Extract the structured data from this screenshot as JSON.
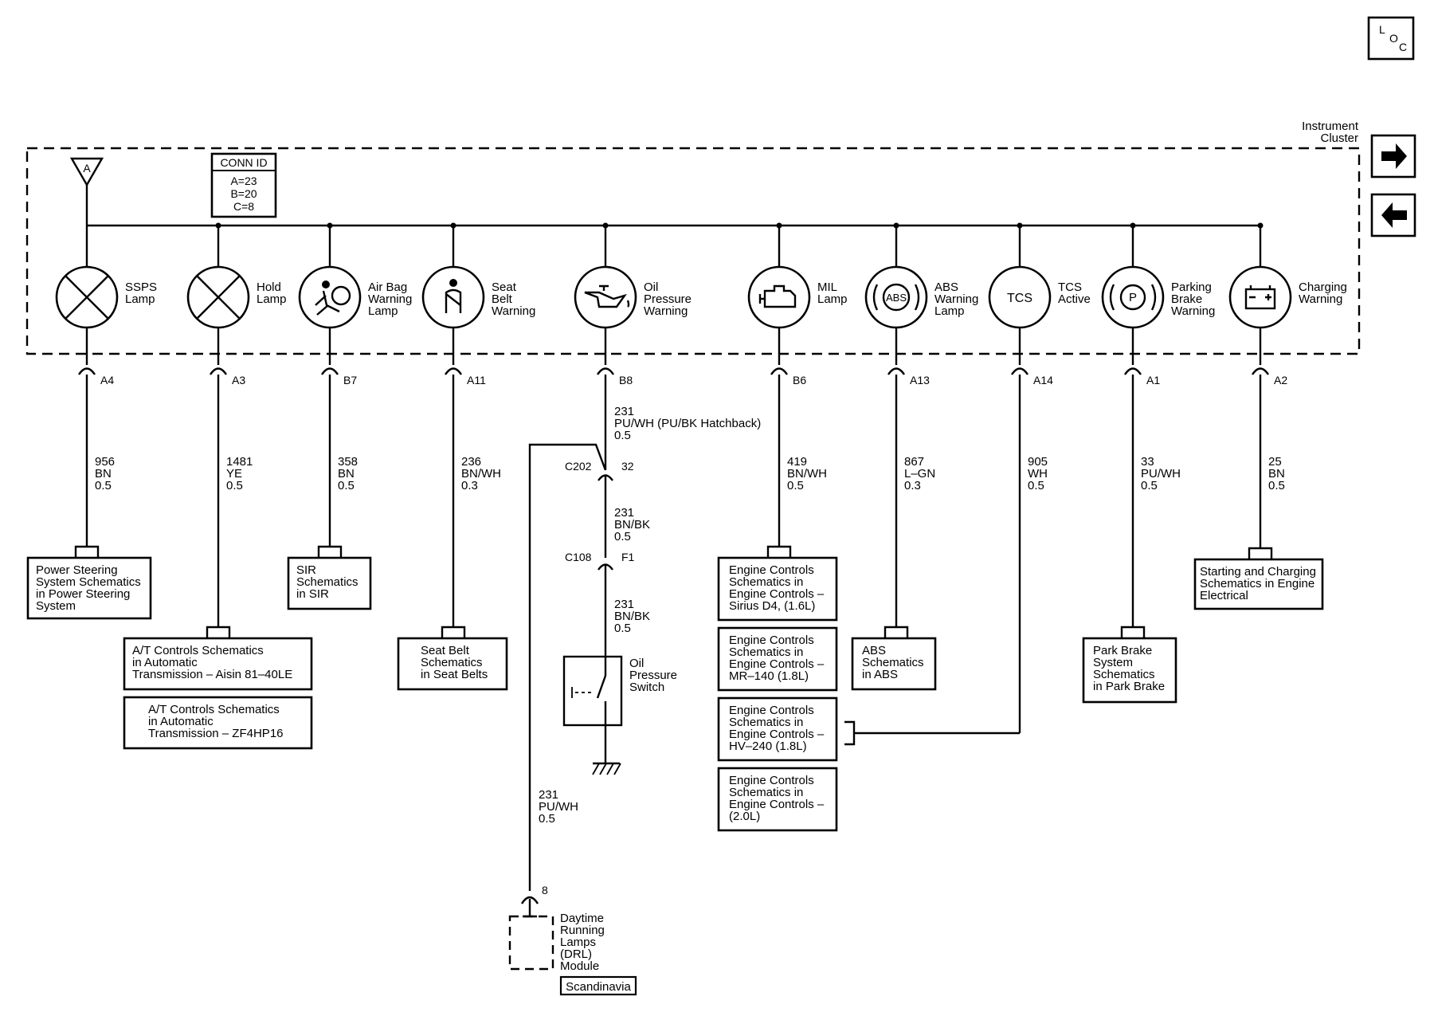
{
  "loc_label": {
    "l": "L",
    "o": "O",
    "c": "C"
  },
  "nav": {
    "next": "next-arrow-icon",
    "prev": "prev-arrow-icon"
  },
  "cluster": {
    "line1": "Instrument",
    "line2": "Cluster"
  },
  "conn_id": {
    "title": "CONN ID",
    "a": "A=23",
    "b": "B=20",
    "c": "C=8"
  },
  "bus_marker": "A",
  "lamps": [
    {
      "icon": "bulb",
      "label": [
        "SSPS",
        "Lamp"
      ],
      "pin": "A4",
      "wire": [
        "956",
        "BN",
        "0.5"
      ]
    },
    {
      "icon": "bulb",
      "label": [
        "Hold",
        "Lamp"
      ],
      "pin": "A3",
      "wire": [
        "1481",
        "YE",
        "0.5"
      ]
    },
    {
      "icon": "airbag",
      "label": [
        "Air Bag",
        "Warning",
        "Lamp"
      ],
      "pin": "B7",
      "wire": [
        "358",
        "BN",
        "0.5"
      ]
    },
    {
      "icon": "seatbelt",
      "label": [
        "Seat",
        "Belt",
        "Warning"
      ],
      "pin": "A11",
      "wire": [
        "236",
        "BN/WH",
        "0.3"
      ]
    },
    {
      "icon": "oilcan",
      "label": [
        "Oil",
        "Pressure",
        "Warning"
      ],
      "pin": "B8",
      "wire": [
        "231",
        "PU/WH (PU/BK Hatchback)",
        "0.5"
      ]
    },
    {
      "icon": "engine",
      "label": [
        "MIL",
        "Lamp"
      ],
      "pin": "B6",
      "wire": [
        "419",
        "BN/WH",
        "0.5"
      ]
    },
    {
      "icon": "abs",
      "text": "ABS",
      "label": [
        "ABS",
        "Warning",
        "Lamp"
      ],
      "pin": "A13",
      "wire": [
        "867",
        "L–GN",
        "0.3"
      ]
    },
    {
      "icon": "tcs",
      "text": "TCS",
      "label": [
        "TCS",
        "Active"
      ],
      "pin": "A14",
      "wire": [
        "905",
        "WH",
        "0.5"
      ]
    },
    {
      "icon": "parkbrake",
      "text": "P",
      "label": [
        "Parking",
        "Brake",
        "Warning"
      ],
      "pin": "A1",
      "wire": [
        "33",
        "PU/WH",
        "0.5"
      ]
    },
    {
      "icon": "battery",
      "label": [
        "Charging",
        "Warning"
      ],
      "pin": "A2",
      "wire": [
        "25",
        "BN",
        "0.5"
      ]
    }
  ],
  "oil_circuit": {
    "c202": {
      "conn": "C202",
      "pin": "32"
    },
    "wire2": [
      "231",
      "BN/BK",
      "0.5"
    ],
    "c108": {
      "conn": "C108",
      "pin": "F1"
    },
    "wire3": [
      "231",
      "BN/BK",
      "0.5"
    ],
    "switch_label": [
      "Oil",
      "Pressure",
      "Switch"
    ],
    "drl_wire": [
      "231",
      "PU/WH",
      "0.5"
    ],
    "drl_pin": "8",
    "drl_label": [
      "Daytime",
      "Running",
      "Lamps",
      "(DRL)",
      "Module"
    ],
    "drl_option": "Scandinavia"
  },
  "ref_boxes": {
    "power_steering": [
      "Power Steering",
      "System Schematics",
      "in Power Steering",
      "System"
    ],
    "at_aisin": [
      "A/T Controls Schematics",
      "in Automatic",
      "Transmission – Aisin 81–40LE"
    ],
    "at_zf": [
      "A/T Controls Schematics",
      "in Automatic",
      "Transmission – ZF4HP16"
    ],
    "sir": [
      "SIR",
      "Schematics",
      "in SIR"
    ],
    "seat_belt": [
      "Seat Belt",
      "Schematics",
      "in Seat Belts"
    ],
    "engine_1": [
      "Engine Controls",
      "Schematics in",
      "Engine Controls –",
      "Sirius D4, (1.6L)"
    ],
    "engine_2": [
      "Engine Controls",
      "Schematics in",
      "Engine Controls –",
      "MR–140 (1.8L)"
    ],
    "engine_3": [
      "Engine Controls",
      "Schematics in",
      "Engine Controls –",
      "HV–240 (1.8L)"
    ],
    "engine_4": [
      "Engine Controls",
      "Schematics in",
      "Engine Controls –",
      "(2.0L)"
    ],
    "abs": [
      "ABS",
      "Schematics",
      "in ABS"
    ],
    "park_brake": [
      "Park Brake",
      "System",
      "Schematics",
      "in Park Brake"
    ],
    "charging": [
      "Starting and Charging",
      "Schematics in Engine",
      "Electrical"
    ]
  }
}
